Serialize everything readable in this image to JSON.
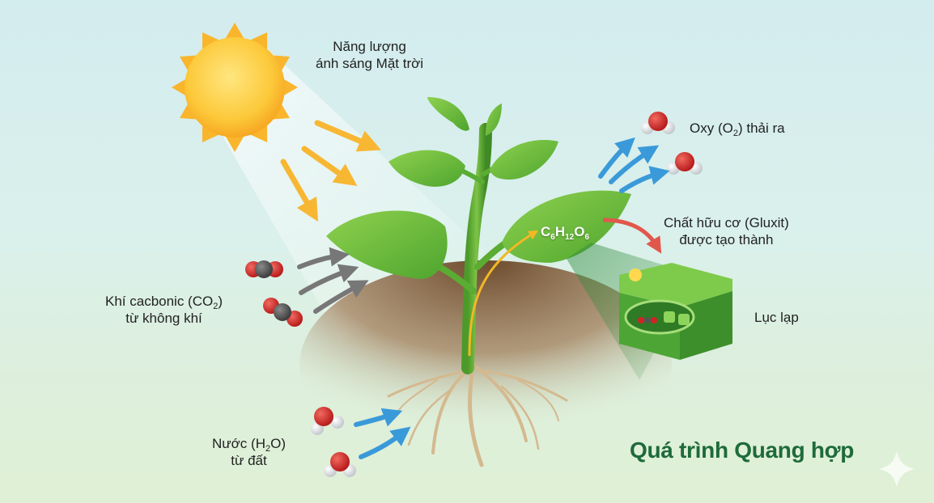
{
  "title": "Quá trình Quang hợp",
  "labels": {
    "sunlight": {
      "line1": "Năng lượng",
      "line2": "ánh sáng Mặt trời"
    },
    "oxygen": {
      "pre": "Oxy (O",
      "sub": "2",
      "post": ") thải ra"
    },
    "glucose": {
      "line1": "Chất hữu cơ (Gluxit)",
      "line2": "được tạo thành"
    },
    "chloroplast": "Lục lạp",
    "co2": {
      "pre": "Khí cacbonic (CO",
      "sub": "2",
      "post": ")",
      "line2": "từ không khí"
    },
    "water": {
      "pre": "Nước (H",
      "sub": "2",
      "post": "O)",
      "line2": "từ đất"
    }
  },
  "formula": {
    "c": "C",
    "c_n": "6",
    "h": "H",
    "h_n": "12",
    "o": "O",
    "o_n": "6"
  },
  "colors": {
    "title": "#1e6b3a",
    "sun": "#fbbf2a",
    "light_arrow": "#f7b733",
    "co2_arrow": "#777777",
    "water_arrow": "#3a9ad9",
    "glucose_arrow": "#e2574c",
    "leaf": "#6cbf3b",
    "soil": "#8a6a4a"
  }
}
